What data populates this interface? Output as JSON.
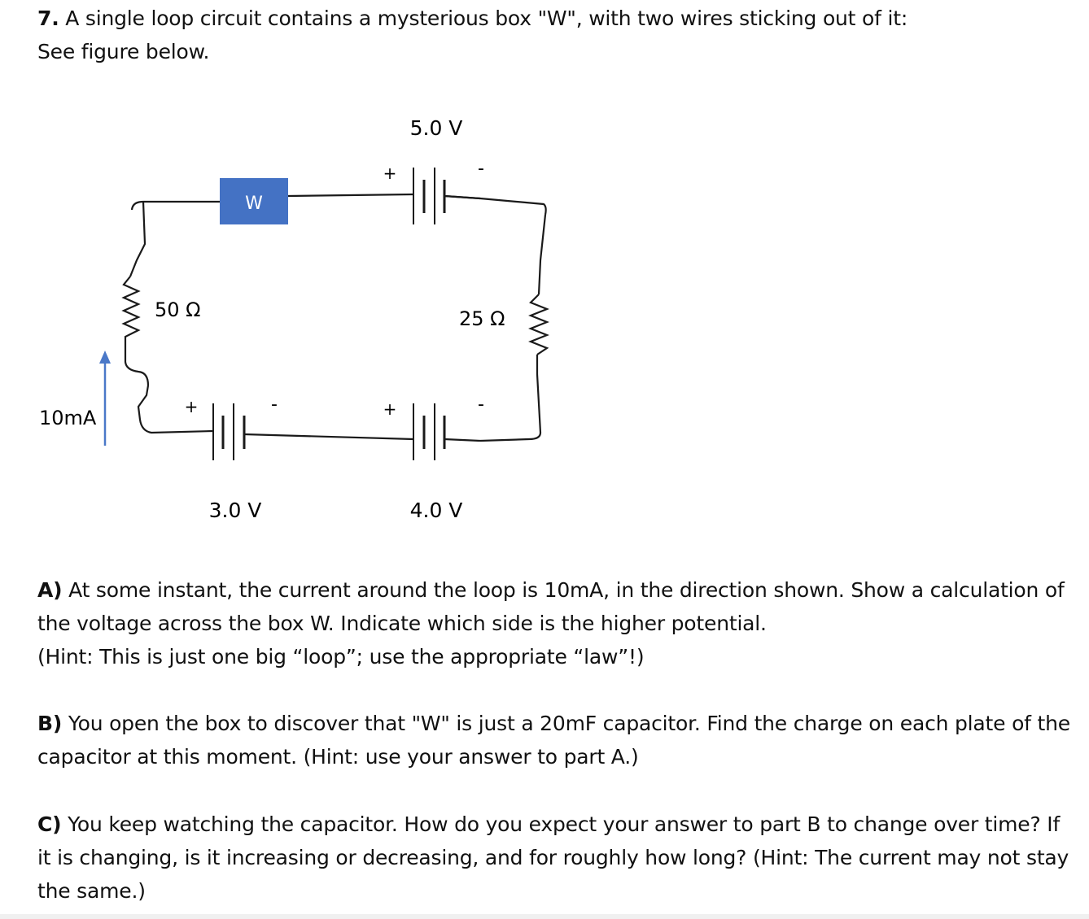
{
  "question": {
    "number": "7.",
    "intro_line1": "A single loop circuit contains a mysterious box \"W\", with two wires sticking out of it:",
    "intro_line2": "See figure below.",
    "part_a_label": "A)",
    "part_a_text": "At some instant, the current around the loop is 10mA, in the direction shown.  Show a calculation of the voltage across the box W.  Indicate which side is the higher potential.",
    "part_a_hint": "(Hint:  This is just one big “loop”; use the appropriate “law”!)",
    "part_b_label": "B)",
    "part_b_text": "You open the box to discover that \"W\" is just a 20mF capacitor.  Find the charge on each plate of the capacitor at this moment.  (Hint: use your answer to part A.)",
    "part_c_label": "C)",
    "part_c_text": "You keep watching the capacitor.  How do you expect your answer to part B to change over time?  If it is changing, is it increasing or decreasing, and for roughly how long? (Hint: The current may not stay the same.)"
  },
  "figure": {
    "box_label": "W",
    "battery_top_label": "5.0 V",
    "battery_bottom_left_label": "3.0 V",
    "battery_bottom_right_label": "4.0 V",
    "resistor_left_label": "50 Ω",
    "resistor_right_label": "25 Ω",
    "current_label": "10mA",
    "plus_sign": "+",
    "minus_sign": "-",
    "colors": {
      "box_fill": "#4472c4",
      "box_text": "#ffffff",
      "arrow": "#4a78c8",
      "wire": "#1a1a1a"
    }
  }
}
